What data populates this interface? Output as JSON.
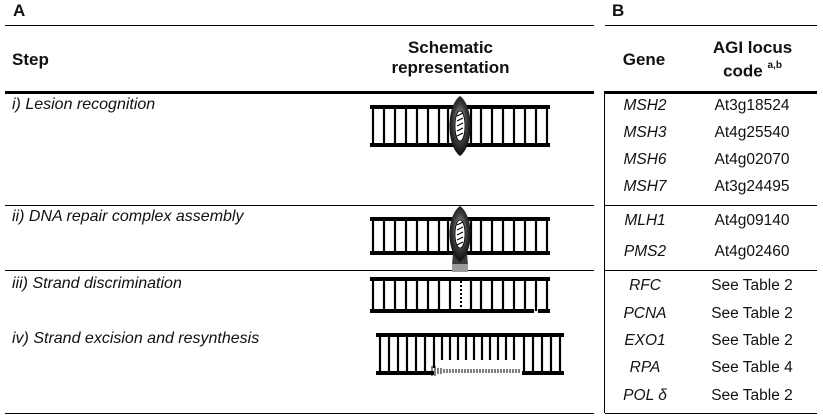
{
  "panels": {
    "a": "A",
    "b": "B"
  },
  "table_a": {
    "headers": {
      "step": "Step",
      "schematic_line1": "Schematic",
      "schematic_line2": "representation"
    },
    "steps": [
      "i) Lesion recognition",
      "ii) DNA repair complex assembly",
      "iii) Strand discrimination",
      "iv) Strand excision and resynthesis"
    ]
  },
  "table_b": {
    "headers": {
      "gene": "Gene",
      "agi_line1": "AGI locus",
      "agi_line2": "code",
      "agi_sup": "a,b"
    },
    "rows": [
      {
        "gene": "MSH2",
        "code": "At3g18524"
      },
      {
        "gene": "MSH3",
        "code": "At4g25540"
      },
      {
        "gene": "MSH6",
        "code": "At4g02070"
      },
      {
        "gene": "MSH7",
        "code": "At3g24495"
      },
      {
        "gene": "MLH1",
        "code": "At4g09140"
      },
      {
        "gene": "PMS2",
        "code": "At4g02460"
      },
      {
        "gene": "RFC",
        "code": "See Table 2"
      },
      {
        "gene": "PCNA",
        "code": "See Table 2"
      },
      {
        "gene": "EXO1",
        "code": "See Table 2"
      },
      {
        "gene": "RPA",
        "code": "See Table 4"
      },
      {
        "gene": "POL δ",
        "code": "See Table 2"
      }
    ]
  }
}
